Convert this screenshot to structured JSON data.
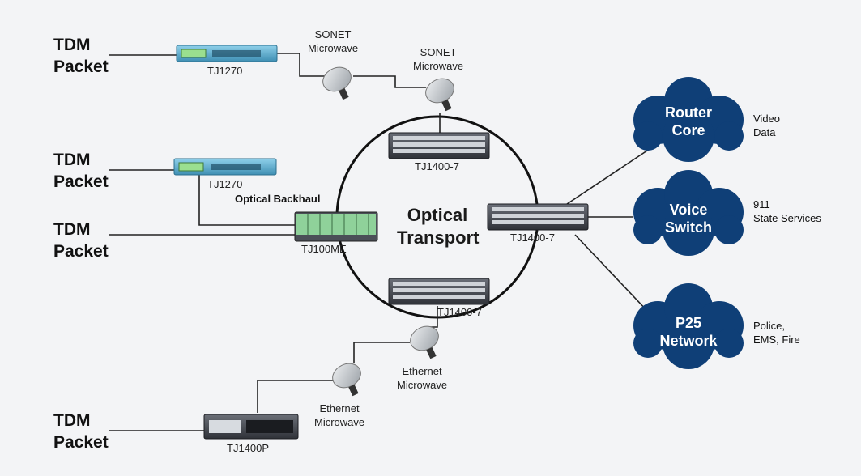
{
  "core_label": "Optical\nTransport",
  "endpoints": [
    {
      "id": "ep1",
      "text": "TDM\nPacket"
    },
    {
      "id": "ep2",
      "text": "TDM\nPacket"
    },
    {
      "id": "ep3",
      "text": "TDM\nPacket"
    },
    {
      "id": "ep4",
      "text": "TDM\nPacket"
    }
  ],
  "devices": {
    "tj1270_top": "TJ1270",
    "tj1270_mid": "TJ1270",
    "tj100me": "TJ100ME",
    "tj1400_top": "TJ1400-7",
    "tj1400_right": "TJ1400-7",
    "tj1400_bottom": "TJ1400-7",
    "tj1400p": "TJ1400P"
  },
  "microwave": {
    "sonet_1": "SONET\nMicrowave",
    "sonet_2": "SONET\nMicrowave",
    "ethernet_1": "Ethernet\nMicrowave",
    "ethernet_2": "Ethernet\nMicrowave"
  },
  "optical_backhaul": "Optical Backhaul",
  "clouds": {
    "router_core": "Router\nCore",
    "voice_switch": "Voice\nSwitch",
    "p25_network": "P25\nNetwork"
  },
  "services": {
    "router_core": "Video\nData",
    "voice_switch": "911\nState Services",
    "p25_network": "Police,\nEMS, Fire"
  },
  "colors": {
    "cloud": "#0f3f77",
    "rack_blue": "#5fb3d6",
    "rack_green": "#7dc48a",
    "rack_gray": "#3a3d44"
  }
}
